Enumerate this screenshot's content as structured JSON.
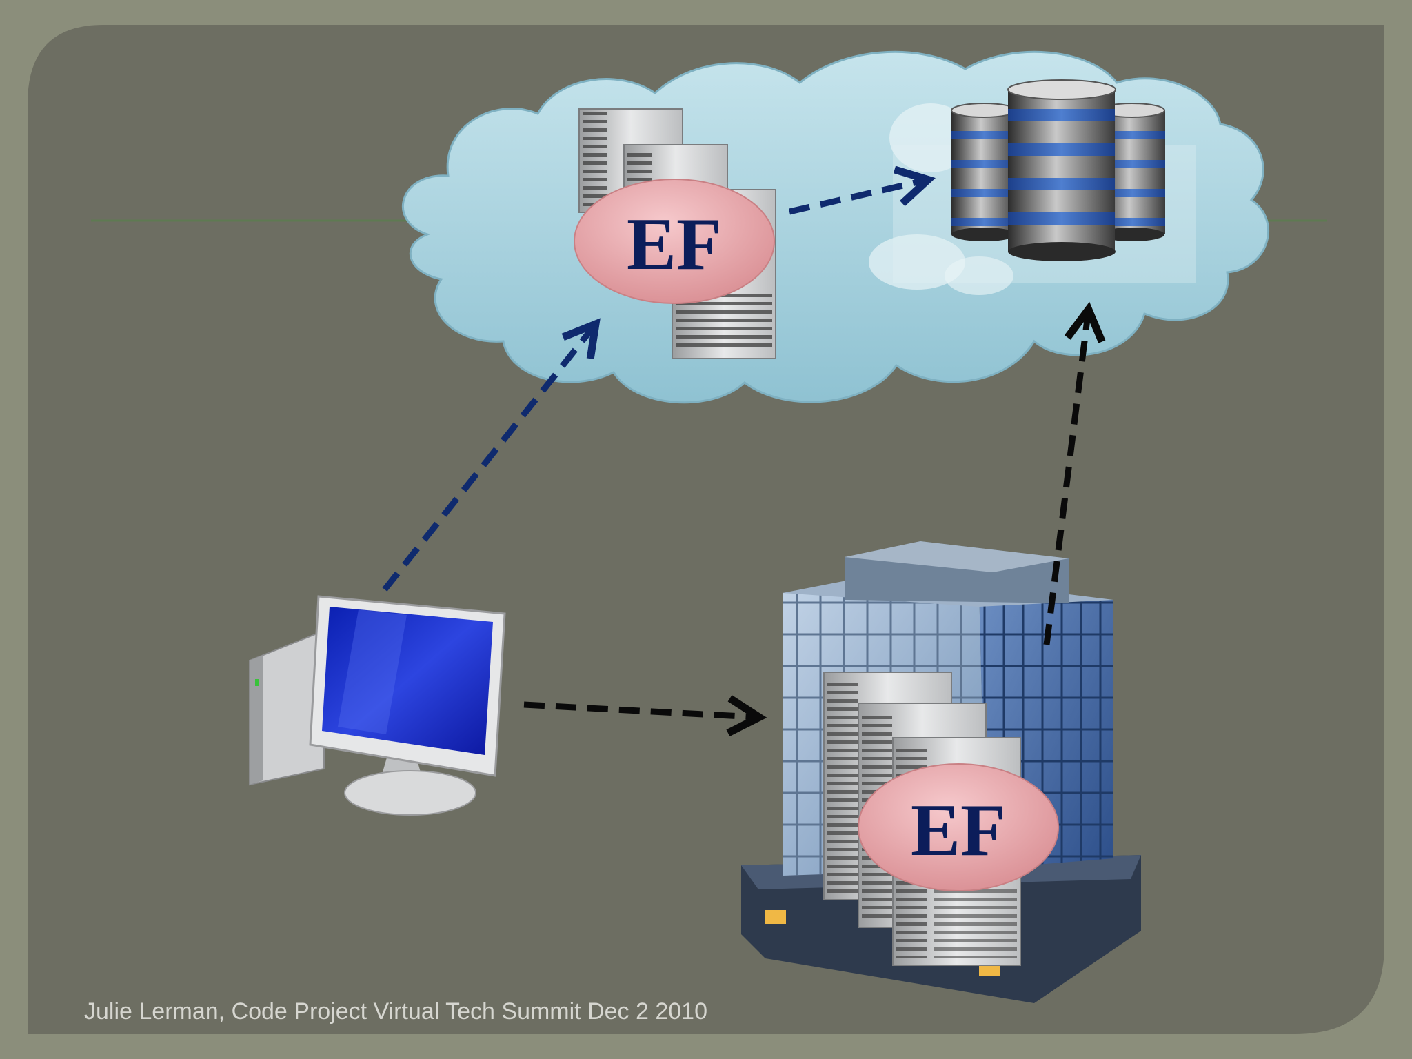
{
  "slide": {
    "footer": "Julie Lerman, Code Project Virtual Tech Summit Dec 2 2010",
    "colors": {
      "frame": "#8b8e7b",
      "slide_bg": "#6d6e62",
      "rule_line": "#5e7a52",
      "cloud_fill": "#a7d0dc",
      "ef_badge": "#e3a4a8",
      "ef_text": "#0c1d5a",
      "arrow_blue": "#0f2a6e",
      "arrow_black": "#0a0a0a",
      "footer_text": "#d6d6d0"
    }
  },
  "diagram": {
    "nodes": [
      {
        "id": "cloud",
        "icon": "cloud-icon"
      },
      {
        "id": "cloud-app-server",
        "icon": "server-stack-icon",
        "badge": "EF"
      },
      {
        "id": "cloud-database",
        "icon": "database-stack-icon"
      },
      {
        "id": "client-computer",
        "icon": "desktop-computer-icon"
      },
      {
        "id": "office-building",
        "icon": "office-building-icon",
        "badge": "EF"
      }
    ],
    "edges": [
      {
        "from": "cloud-app-server",
        "to": "cloud-database",
        "style": "dashed",
        "color": "#0f2a6e"
      },
      {
        "from": "client-computer",
        "to": "cloud-app-server",
        "style": "dashed",
        "color": "#0f2a6e"
      },
      {
        "from": "client-computer",
        "to": "office-building",
        "style": "dashed",
        "color": "#0a0a0a"
      },
      {
        "from": "office-building",
        "to": "cloud-database",
        "style": "dashed",
        "color": "#0a0a0a"
      }
    ]
  }
}
